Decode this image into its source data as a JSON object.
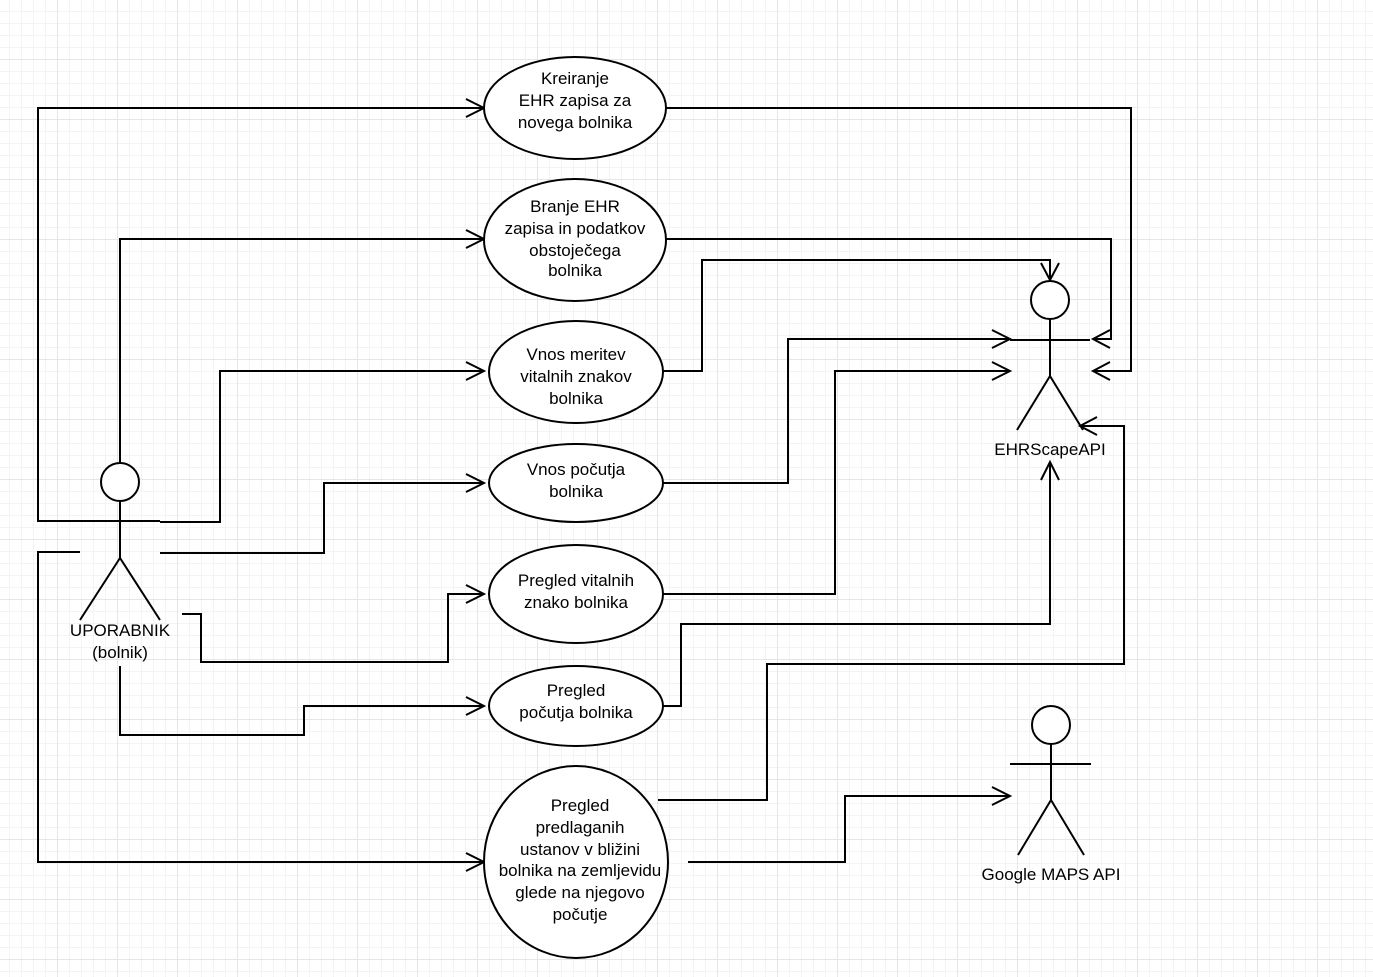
{
  "actors": {
    "user": {
      "line1": "UPORABNIK",
      "line2": "(bolnik)"
    },
    "ehrscape": {
      "label": "EHRScapeAPI"
    },
    "google_maps": {
      "label": "Google MAPS API"
    }
  },
  "use_cases": {
    "create_ehr": [
      "Kreiranje",
      "EHR zapisa za",
      "novega bolnika"
    ],
    "read_ehr": [
      "Branje EHR",
      "zapisa in podatkov",
      "obstoječega",
      "bolnika"
    ],
    "enter_vitals": [
      "Vnos meritev",
      "vitalnih znakov",
      "bolnika"
    ],
    "enter_wellbeing": [
      "Vnos počutja",
      "bolnika"
    ],
    "view_vitals": [
      "Pregled vitalnih",
      "znako bolnika"
    ],
    "view_wellbeing": [
      "Pregled",
      "počutja bolnika"
    ],
    "view_facilities": [
      "Pregled",
      "predlaganih",
      "ustanov v bližini",
      "bolnika na zemljevidu",
      "glede na njegovo",
      "počutje"
    ]
  }
}
